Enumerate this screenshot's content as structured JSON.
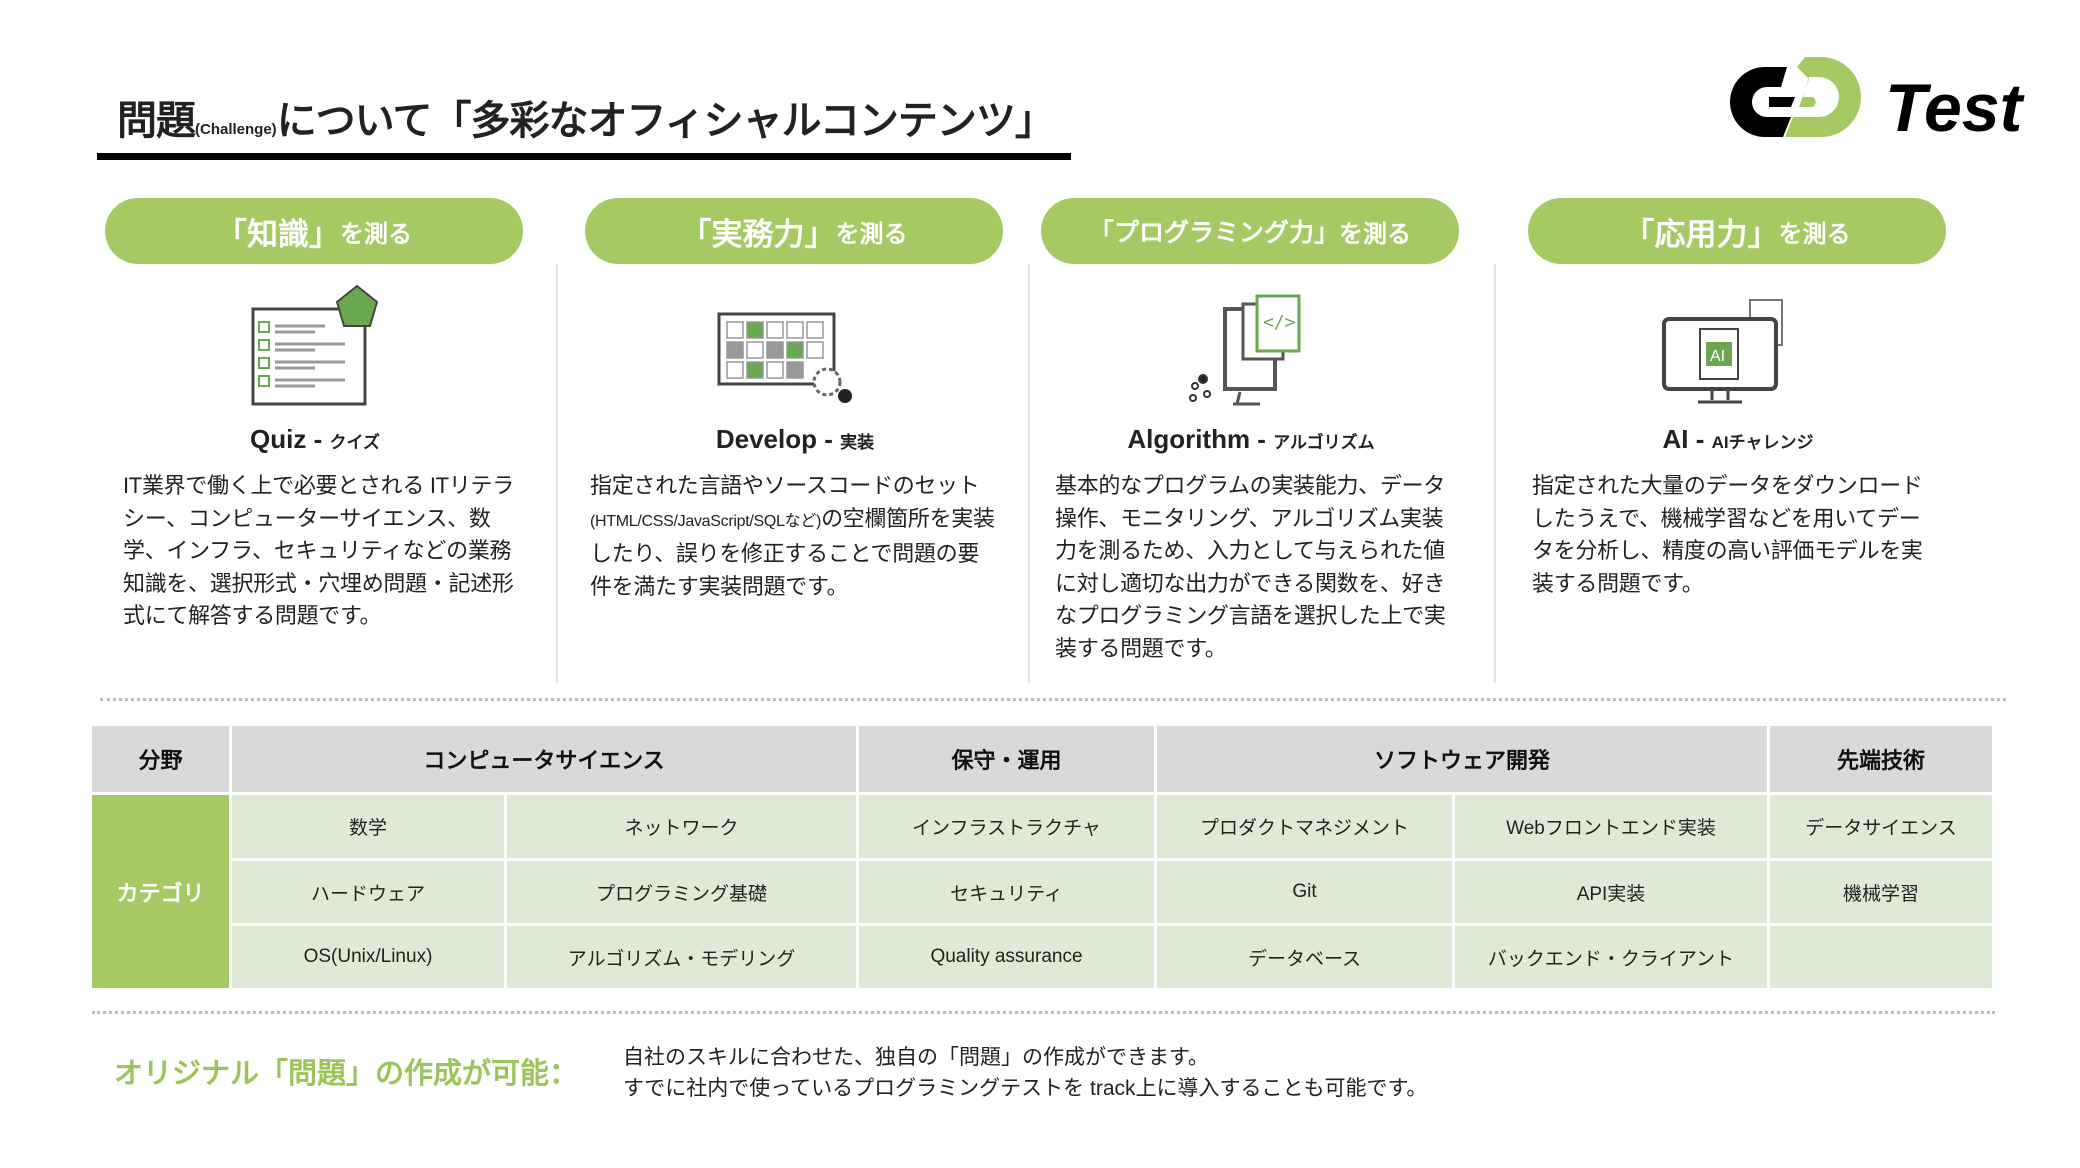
{
  "header": {
    "title_main": "問題",
    "title_small": "(Challenge)",
    "title_rest": "について「多彩なオフィシャルコンテンツ」",
    "logo_text": "Test"
  },
  "colors": {
    "accent": "#a5c963",
    "header_gray": "#d9d9d9",
    "cell_green": "#deead5"
  },
  "cards": [
    {
      "pill_main": "「知識」",
      "pill_small": "を測る",
      "icon": "quiz-checklist-icon",
      "name": "Quiz",
      "name_sub": "クイズ",
      "body": "IT業界で働く上で必要とされる ITリテラシー、コンピューターサイエンス、数学、インフラ、セキュリティなどの業務知識を、選択形式・穴埋め問題・記述形式にて解答する問題です。"
    },
    {
      "pill_main": "「実務力」",
      "pill_small": "を測る",
      "icon": "develop-grid-gear-icon",
      "name": "Develop",
      "name_sub": "実装",
      "body_1": "指定された言語やソースコードのセット",
      "body_mini": "(HTML/CSS/JavaScript/SQLなど)",
      "body_2": "の空欄箇所を実装したり、誤りを修正することで問題の要件を満たす実装問題です。"
    },
    {
      "pill_main": "「プログラミング力」",
      "pill_small": "を測る",
      "icon": "algorithm-monitor-code-icon",
      "name": "Algorithm",
      "name_sub": "アルゴリズム",
      "body": "基本的なプログラムの実装能力、データ操作、モニタリング、アルゴリズム実装力を測るため、入力として与えられた値に対し適切な出力ができる関数を、好きなプログラミング言語を選択した上で実装する問題です。"
    },
    {
      "pill_main": "「応用力」",
      "pill_small": "を測る",
      "icon": "ai-monitor-document-icon",
      "name": "AI",
      "name_sub": "AIチャレンジ",
      "body": "指定された大量のデータをダウンロードしたうえで、機械学習などを用いてデータを分析し、精度の高い評価モデルを実装する問題です。"
    }
  ],
  "table": {
    "field_label": "分野",
    "category_label": "カテゴリ",
    "fields": [
      "コンピュータサイエンス",
      "保守・運用",
      "ソフトウェア開発",
      "先端技術"
    ],
    "rows": [
      [
        "数学",
        "ネットワーク",
        "インフラストラクチャ",
        "プロダクトマネジメント",
        "Webフロントエンド実装",
        "データサイエンス"
      ],
      [
        "ハードウェア",
        "プログラミング基礎",
        "セキュリティ",
        "Git",
        "API実装",
        "機械学習"
      ],
      [
        "OS(Unix/Linux)",
        "アルゴリズム・モデリング",
        "Quality assurance",
        "データベース",
        "バックエンド・クライアント",
        ""
      ]
    ]
  },
  "original": {
    "label": "オリジナル「問題」の作成が可能：",
    "line1": "自社のスキルに合わせた、独自の「問題」の作成ができます。",
    "line2": "すでに社内で使っているプログラミングテストを  track上に導入することも可能です。"
  }
}
